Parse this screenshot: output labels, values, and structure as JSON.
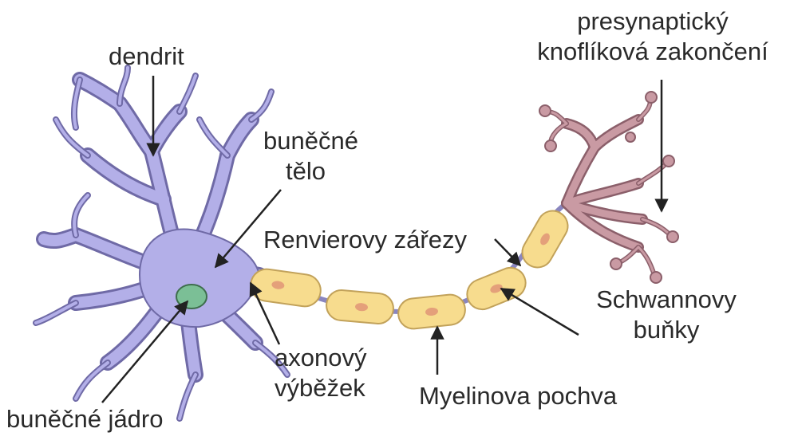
{
  "diagram": {
    "colors": {
      "neuron_body": "#b3afe8",
      "neuron_outline": "#6f6aa6",
      "nucleus": "#7bbf96",
      "nucleus_outline": "#3e6e4d",
      "schwann_cell": "#f7dc8e",
      "schwann_outline": "#c2a25a",
      "schwann_nucleus": "#e4a07a",
      "terminal": "#c99aa3",
      "terminal_outline": "#8b5f6a",
      "arrow": "#222222",
      "text": "#2a2a2a"
    },
    "labels": {
      "dendrite": "dendrit",
      "presynaptic": [
        "presynaptický",
        "knoflíková zakončení"
      ],
      "cell_body": [
        "buněčné",
        "tělo"
      ],
      "nodes_of_ranvier": "Renvierovy zářezy",
      "schwann_cells": [
        "Schwannovy",
        "buňky"
      ],
      "axon": [
        "axonový",
        "výběžek"
      ],
      "myelin_sheath": "Myelinova pochva",
      "nucleus": "buněčné jádro"
    }
  }
}
